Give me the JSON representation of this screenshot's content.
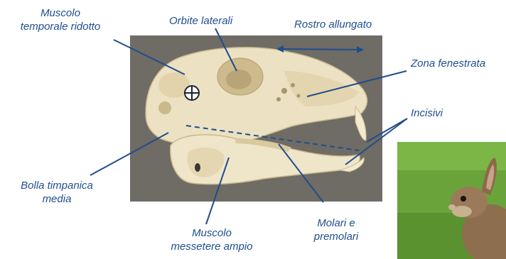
{
  "colors": {
    "label": "#1f4e8c",
    "photo_bg": "#6e6a64",
    "bone": "#eee3c4",
    "grass": "#6aa33a",
    "rabbit_fur": "#8b6a4a"
  },
  "labels": {
    "muscolo_temporale_line1": "Muscolo",
    "muscolo_temporale_line2": "temporale ridotto",
    "orbite_laterali": "Orbite laterali",
    "rostro_allungato": "Rostro allungato",
    "zona_fenestrata": "Zona fenestrata",
    "incisivi": "Incisivi",
    "bolla_line1": "Bolla timpanica",
    "bolla_line2": "media",
    "masseter_line1": "Muscolo",
    "masseter_line2": "messetere ampio",
    "molari_line1": "Molari e",
    "molari_line2": "premolari"
  },
  "icons": {
    "ear_canal": "crosshair-circle-icon",
    "rostrum_arrow": "double-arrow-icon"
  }
}
